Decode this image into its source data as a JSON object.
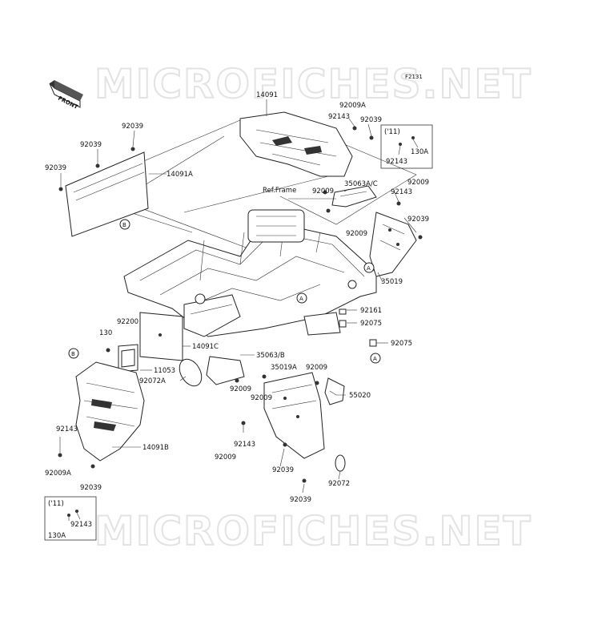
{
  "watermark": "MICROFICHES.NET",
  "figure_code": "F2131",
  "front_label": "FRONT",
  "ref_frame_label": "Ref.Frame",
  "labels": {
    "p14091": "14091",
    "p92009A_top": "92009A",
    "p92143_top": "92143",
    "p92039_top": "92039",
    "p92039_a": "92039",
    "p92039_b": "92039",
    "p92039_c": "92039",
    "p14091A": "14091A",
    "p92009_mid": "92009",
    "p35063AC": "35063A/C",
    "p92009_r": "92009",
    "p92143_r": "92143",
    "p92039_r": "92039",
    "p92009_mid2": "92009",
    "p35019": "35019",
    "p92161": "92161",
    "p92075_a": "92075",
    "p92075_b": "92075",
    "p130": "130",
    "p92200": "92200",
    "p14091C": "14091C",
    "p35063B": "35063/B",
    "p35019A": "35019A",
    "p92009_c": "92009",
    "p11053": "11053",
    "p92072A": "92072A",
    "p92009_d": "92009",
    "p92009_e": "92009",
    "p55020": "55020",
    "p92143_l": "92143",
    "p14091B": "14091B",
    "p92009A_l": "92009A",
    "p92039_l": "92039",
    "p92143_b": "92143",
    "p92009_b": "92009",
    "p92039_b2": "92039",
    "p92039_b3": "92039",
    "p92072": "92072"
  },
  "inset_top": {
    "year": "('11)",
    "part1": "130A",
    "part2": "92143"
  },
  "inset_bottom": {
    "year": "('11)",
    "part1": "92143",
    "part2": "130A"
  },
  "refs": {
    "A": "A",
    "B": "B"
  }
}
